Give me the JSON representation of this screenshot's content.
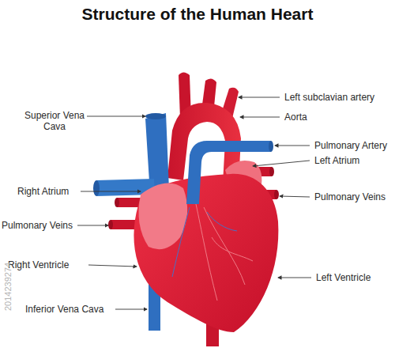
{
  "diagram": {
    "title": "Structure of the Human Heart",
    "labels": [
      "Superior Vena Cava",
      "Left subclavian artery",
      "Aorta",
      "Pulmonary Artery",
      "Left Atrium",
      "Right Atrium",
      "Pulmonary Veins",
      "Pulmonary Veins",
      "Right Ventricle",
      "Left Ventricle",
      "Inferior Vena Cava",
      "2014239274"
    ]
  }
}
